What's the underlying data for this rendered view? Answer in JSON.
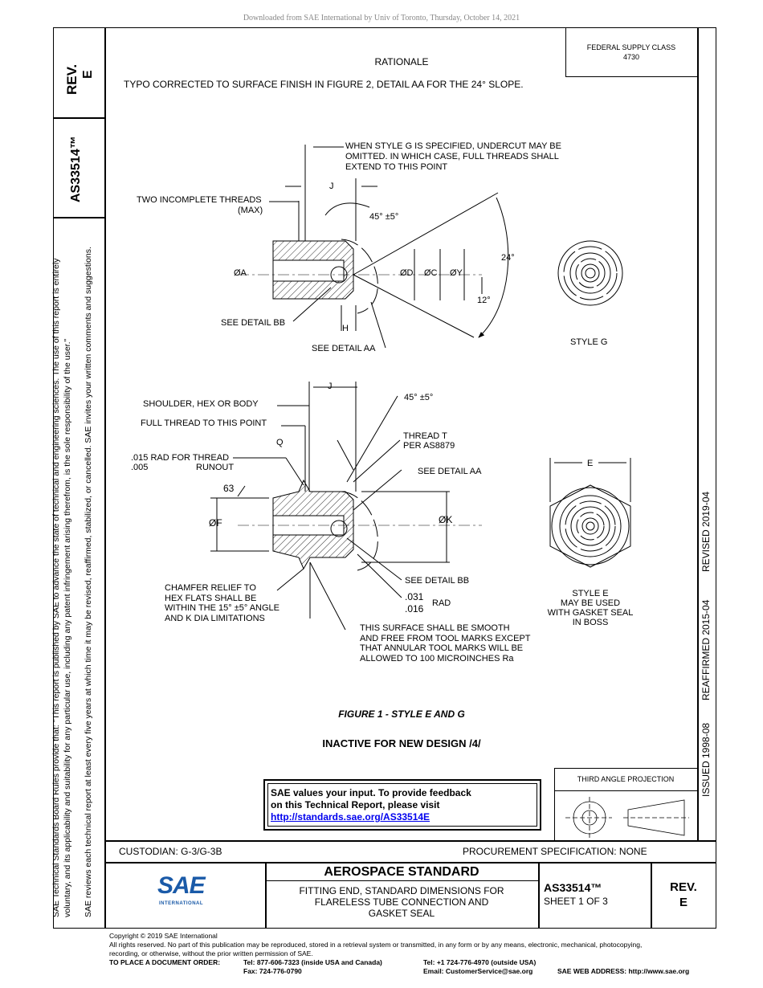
{
  "download_banner": "Downloaded from SAE International by Univ of Toronto, Thursday, October 14, 2021",
  "left_block": {
    "rev_label": "REV.",
    "rev_value": "E",
    "doc_number": "AS33514™",
    "rules_line1": "SAE Technical Standards Board Rules provide that: \"This report is published by SAE to advance the state of technical and engineering sciences. The use of this report is entirely",
    "rules_line2": "voluntary, and its applicability and suitability for any particular use, including any patent infringement arising therefrom, is the sole responsibility of the user.\"",
    "review_line": "SAE reviews each technical report at least every five years at which time it may be revised, reaffirmed, stabilized, or cancelled. SAE invites your written comments and suggestions."
  },
  "header": {
    "supply_class_label": "FEDERAL SUPPLY CLASS",
    "supply_class_value": "4730",
    "rationale_title": "RATIONALE",
    "rationale_text": "TYPO CORRECTED TO SURFACE FINISH IN FIGURE 2, DETAIL AA FOR THE 24° SLOPE."
  },
  "right_strip": {
    "issued": "ISSUED 1998-08",
    "reaffirmed": "REAFFIRMED 2015-04",
    "revised": "REVISED 2019-04"
  },
  "figure": {
    "top": {
      "style_g_note1": "WHEN STYLE G IS SPECIFIED, UNDERCUT MAY BE",
      "style_g_note2": "OMITTED. IN WHICH CASE, FULL THREADS SHALL",
      "style_g_note3": "EXTEND TO THIS POINT",
      "incomplete1": "TWO INCOMPLETE THREADS",
      "incomplete2": "(MAX)",
      "dim_j": "J",
      "angle": "45° ±5°",
      "angle24": "24°",
      "angle12": "12°",
      "dim_a": "ØA",
      "dim_d": "ØD",
      "dim_c": "ØC",
      "dim_y": "ØY",
      "dim_h": "H",
      "detail_bb": "SEE DETAIL BB",
      "detail_aa": "SEE DETAIL AA",
      "style_g": "STYLE G"
    },
    "bottom": {
      "dim_j": "J",
      "angle": "45° ±5°",
      "shoulder": "SHOULDER, HEX OR BODY",
      "full_thread": "FULL THREAD TO THIS POINT",
      "dim_q": "Q",
      "thread_t1": "THREAD T",
      "thread_t2": "PER AS8879",
      "rad1": ".015 RAD FOR THREAD",
      "rad2": ".005",
      "runout": "RUNOUT",
      "detail_aa": "SEE DETAIL AA",
      "finish": "63",
      "dim_f": "ØF",
      "dim_k": "ØK",
      "dim_e": "E",
      "detail_bb": "SEE DETAIL BB",
      "chamfer1": "CHAMFER RELIEF TO",
      "chamfer2": "HEX FLATS SHALL BE",
      "chamfer3": "WITHIN THE 15° ±5° ANGLE",
      "chamfer4": "AND K DIA LIMITATIONS",
      "rad_031": ".031",
      "rad_016": ".016",
      "rad_label": "RAD",
      "surface1": "THIS SURFACE SHALL  BE SMOOTH",
      "surface2": "AND FREE FROM TOOL MARKS EXCEPT",
      "surface3": "THAT ANNULAR TOOL MARKS WILL BE",
      "surface4": "ALLOWED TO 100 MICROINCHES Ra",
      "style_e1": "STYLE E",
      "style_e2": "MAY BE USED",
      "style_e3": "WITH GASKET SEAL",
      "style_e4": "IN BOSS"
    },
    "caption": "FIGURE 1 - STYLE E AND G",
    "inactive": "INACTIVE FOR NEW DESIGN /4/"
  },
  "feedback": {
    "line1": "SAE values your input. To provide feedback",
    "line2": "on this Technical Report, please visit",
    "link": "http://standards.sae.org/AS33514E"
  },
  "projection_label": "THIRD ANGLE PROJECTION",
  "title_block": {
    "custodian": "CUSTODIAN: G-3/G-3B",
    "procurement": "PROCUREMENT SPECIFICATION: NONE",
    "standard": "AEROSPACE STANDARD",
    "desc1": "FITTING END, STANDARD DIMENSIONS FOR",
    "desc2": "FLARELESS TUBE CONNECTION AND",
    "desc3": "GASKET SEAL",
    "doc_number": "AS33514™",
    "sheet": "SHEET 1 OF 3",
    "rev_label": "REV.",
    "rev_value": "E",
    "logo_text": "SAE",
    "logo_sub": "INTERNATIONAL"
  },
  "footer": {
    "copyright": "Copyright © 2019 SAE International",
    "rights1": "All rights reserved. No part of this publication may be reproduced, stored in a retrieval system or transmitted, in any form or by any means, electronic, mechanical, photocopying,",
    "rights2": "recording, or otherwise, without the prior written permission of SAE.",
    "order_label": "TO PLACE A DOCUMENT ORDER:",
    "tel_usa": "Tel: 877-606-7323 (inside USA and Canada)",
    "fax": "Fax: 724-776-0790",
    "tel_out": "Tel: +1 724-776-4970 (outside USA)",
    "email": "Email: CustomerService@sae.org",
    "web": "SAE WEB ADDRESS: http://www.sae.org"
  },
  "colors": {
    "logo_blue": "#1a5aa8",
    "link": "#0000ee"
  }
}
